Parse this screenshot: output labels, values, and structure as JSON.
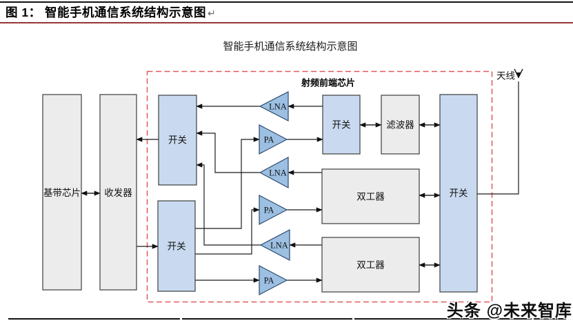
{
  "page": {
    "caption": "图 1： 智能手机通信系统结构示意图",
    "return_mark": "↵",
    "watermark": "头条 @未来智库"
  },
  "diagram": {
    "title": "智能手机通信系统结构示意图",
    "rf_module_label": "射频前端芯片",
    "antenna_label": "天线",
    "labels": {
      "baseband": "基带芯片",
      "transceiver": "收发器",
      "switch1": "开关",
      "switch2": "开关",
      "rf_switch": "开关",
      "filter": "滤波器",
      "duplexer1": "双工器",
      "duplexer2": "双工器",
      "antenna_switch": "开关",
      "lna1": "LNA",
      "lna2": "LNA",
      "lna3": "LNA",
      "pa1": "PA",
      "pa2": "PA",
      "pa3": "PA"
    },
    "connections": [
      {
        "from": "baseband",
        "to": "transceiver",
        "dir": "both"
      },
      {
        "from": "switch1",
        "to": "transceiver",
        "dir": "one"
      },
      {
        "from": "transceiver",
        "to": "switch2",
        "dir": "one"
      },
      {
        "from": "lna1",
        "to": "switch1",
        "dir": "one"
      },
      {
        "from": "rf_switch",
        "to": "lna1",
        "dir": "one"
      },
      {
        "from": "lna2",
        "to": "switch1",
        "dir": "one"
      },
      {
        "from": "duplexer1",
        "to": "lna2",
        "dir": "one"
      },
      {
        "from": "lna3",
        "to": "switch1",
        "dir": "one"
      },
      {
        "from": "duplexer2",
        "to": "lna3",
        "dir": "one"
      },
      {
        "from": "switch2",
        "to": "pa1",
        "dir": "one"
      },
      {
        "from": "pa1",
        "to": "rf_switch",
        "dir": "one"
      },
      {
        "from": "switch2",
        "to": "pa2",
        "dir": "one"
      },
      {
        "from": "pa2",
        "to": "duplexer1",
        "dir": "one"
      },
      {
        "from": "switch2",
        "to": "pa3",
        "dir": "one"
      },
      {
        "from": "pa3",
        "to": "duplexer2",
        "dir": "one"
      },
      {
        "from": "rf_switch",
        "to": "filter",
        "dir": "both"
      },
      {
        "from": "filter",
        "to": "antenna_switch",
        "dir": "both"
      },
      {
        "from": "duplexer1",
        "to": "antenna_switch",
        "dir": "both"
      },
      {
        "from": "duplexer2",
        "to": "antenna_switch",
        "dir": "both"
      },
      {
        "from": "antenna_switch",
        "to": "antenna",
        "dir": "one"
      }
    ],
    "colors": {
      "box_blue": "#c9daf0",
      "triangle_blue": "#9cbfe2",
      "box_gray": "#ececec",
      "dashed_red": "#e0585c",
      "caption_rule_red": "#953735",
      "line_black": "#1a1a1a"
    }
  }
}
